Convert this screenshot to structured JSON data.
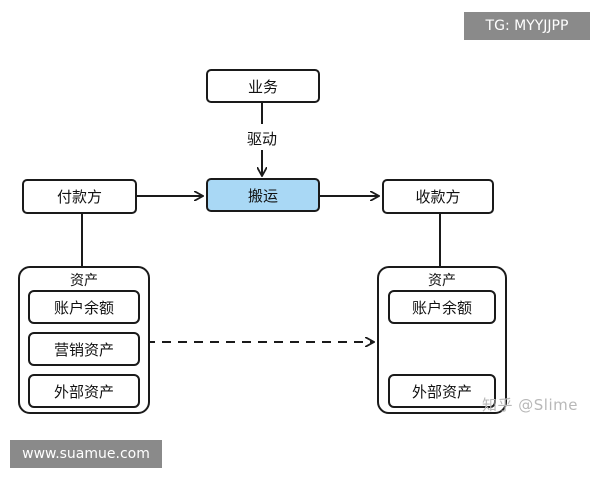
{
  "nodes": {
    "business": "业务",
    "transfer": "搬运",
    "payer": "付款方",
    "payee": "收款方"
  },
  "edge_labels": {
    "drive": "驱动"
  },
  "payer_assets": {
    "title": "资产",
    "items": [
      "账户余额",
      "营销资产",
      "外部资产"
    ]
  },
  "payee_assets": {
    "title": "资产",
    "items": [
      "账户余额",
      "外部资产"
    ]
  },
  "overlays": {
    "tg_badge": "TG: MYYJJPP",
    "site_badge": "www.suamue.com",
    "watermark": "知乎 @Slime"
  },
  "colors": {
    "highlight": "#a9d8f5",
    "stroke": "#1a1a1a",
    "badge_bg": "#8a8a8a"
  }
}
